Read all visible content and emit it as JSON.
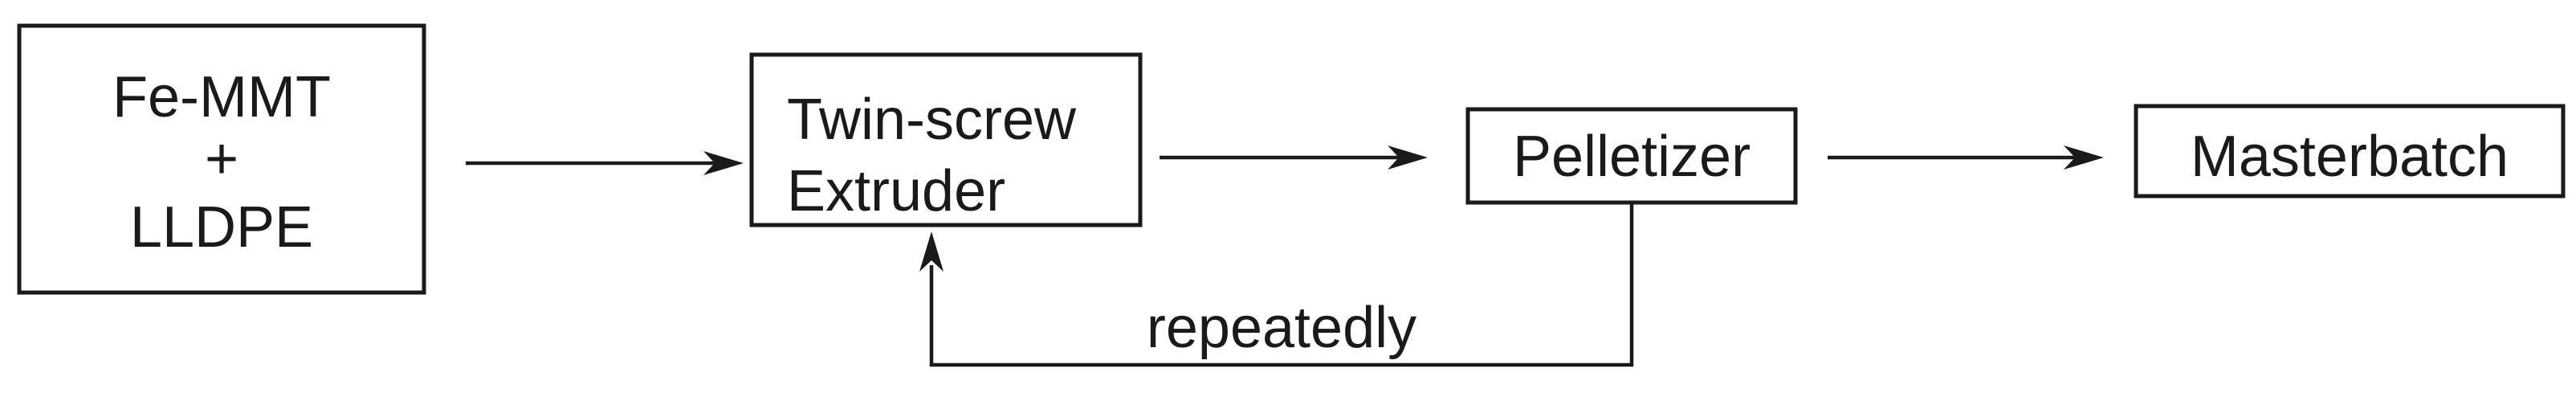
{
  "nodes": {
    "inputs": {
      "line1": "Fe-MMT",
      "line2": "+",
      "line3": "LLDPE"
    },
    "extruder": {
      "line1": "Twin-screw",
      "line2": "Extruder"
    },
    "pelletizer": {
      "label": "Pelletizer"
    },
    "masterbatch": {
      "label": "Masterbatch"
    }
  },
  "edges": {
    "feedback": {
      "label": "repeatedly"
    }
  },
  "colors": {
    "stroke": "#1a1a1a",
    "background": "#ffffff"
  }
}
